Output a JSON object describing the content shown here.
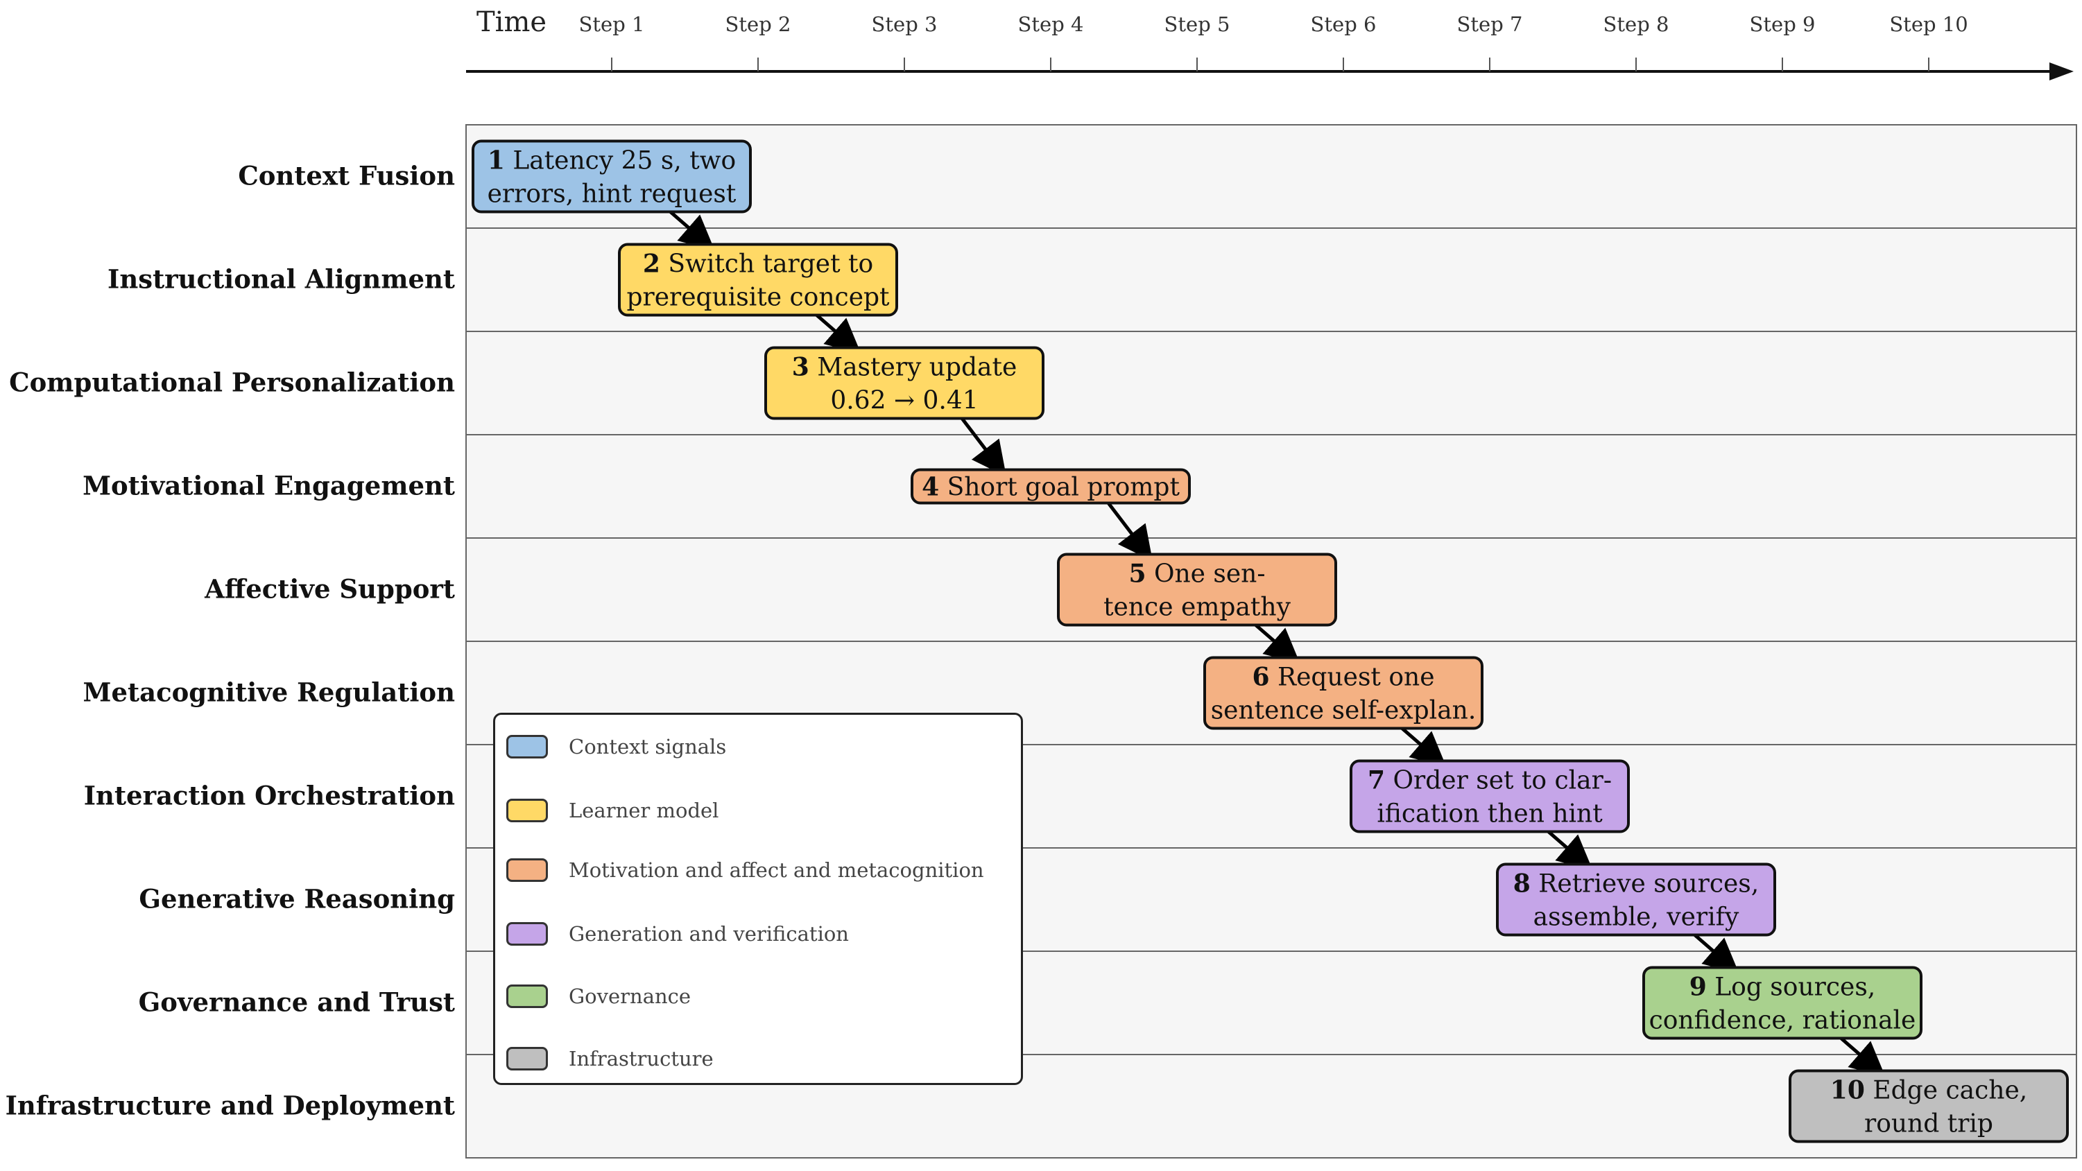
{
  "time_axis": {
    "title": "Time",
    "steps": [
      "Step 1",
      "Step 2",
      "Step 3",
      "Step 4",
      "Step 5",
      "Step 6",
      "Step 7",
      "Step 8",
      "Step 9",
      "Step 10"
    ]
  },
  "lanes": [
    "Context Fusion",
    "Instructional Alignment",
    "Computational Personalization",
    "Motivational Engagement",
    "Affective Support",
    "Metacognitive Regulation",
    "Interaction Orchestration",
    "Generative Reasoning",
    "Governance and Trust",
    "Infrastructure and Deployment"
  ],
  "categories": {
    "context": {
      "label": "Context signals",
      "color": "#9dc3e6"
    },
    "learner": {
      "label": "Learner model",
      "color": "#ffd966"
    },
    "motivation": {
      "label": "Motivation and affect and metacognition",
      "color": "#f4b183"
    },
    "generation": {
      "label": "Generation and verification",
      "color": "#c5a5e8"
    },
    "governance": {
      "label": "Governance",
      "color": "#a9d18e"
    },
    "infrastructure": {
      "label": "Infrastructure",
      "color": "#bfbfbf"
    }
  },
  "legend_order": [
    "context",
    "learner",
    "motivation",
    "generation",
    "governance",
    "infrastructure"
  ],
  "nodes": [
    {
      "num": "1",
      "category": "context",
      "lines": [
        "Latency 25 s, two",
        "errors, hint request"
      ]
    },
    {
      "num": "2",
      "category": "learner",
      "lines": [
        "Switch target to",
        "prerequisite concept"
      ]
    },
    {
      "num": "3",
      "category": "learner",
      "lines": [
        "Mastery update",
        "0.62 → 0.41"
      ]
    },
    {
      "num": "4",
      "category": "motivation",
      "lines": [
        "Short goal prompt"
      ]
    },
    {
      "num": "5",
      "category": "motivation",
      "lines": [
        "One sen-",
        "tence empathy"
      ]
    },
    {
      "num": "6",
      "category": "motivation",
      "lines": [
        "Request one",
        "sentence self-explan."
      ]
    },
    {
      "num": "7",
      "category": "generation",
      "lines": [
        "Order set to clar-",
        "ification then hint"
      ]
    },
    {
      "num": "8",
      "category": "generation",
      "lines": [
        "Retrieve sources,",
        "assemble, verify"
      ]
    },
    {
      "num": "9",
      "category": "governance",
      "lines": [
        "Log sources,",
        "confidence, rationale"
      ]
    },
    {
      "num": "10",
      "category": "infrastructure",
      "lines": [
        "Edge cache,",
        "round trip"
      ]
    }
  ]
}
